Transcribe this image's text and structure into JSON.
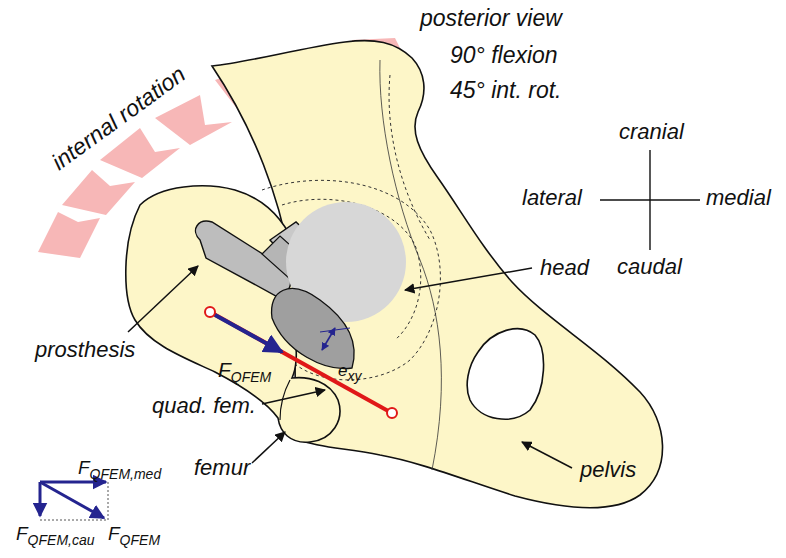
{
  "diagram": {
    "labels": [
      "internal rotation",
      "posterior view",
      "90° flexion",
      "45° int. rot.",
      "cranial",
      "lateral",
      "medial",
      "caudal",
      "head",
      "prosthesis",
      "FQFEM",
      "exy",
      "quad. fem.",
      "femur",
      "pelvis",
      "FQFEM,med",
      "FQFEM,cau",
      "FQFEM"
    ]
  }
}
